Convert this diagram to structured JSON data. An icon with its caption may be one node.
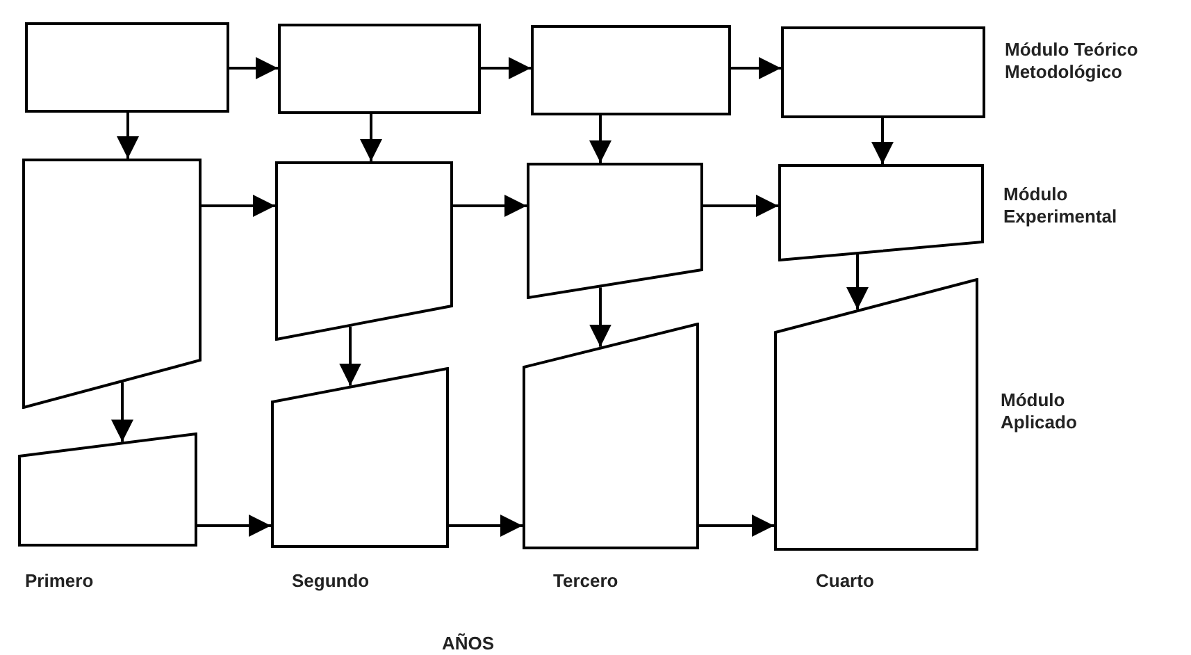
{
  "diagram": {
    "nodes": [
      {
        "text": [],
        "shape": "box"
      },
      {
        "text": [],
        "shape": "box"
      },
      {
        "text": [],
        "shape": "box"
      },
      {
        "text": [],
        "shape": "box"
      },
      {
        "text": [],
        "shape": "trapezoid"
      },
      {
        "text": [],
        "shape": "trapezoid"
      },
      {
        "text": [],
        "shape": "trapezoid"
      },
      {
        "text": [],
        "shape": "trapezoid"
      },
      {
        "text": [],
        "shape": "trapezoid"
      },
      {
        "text": [],
        "shape": "trapezoid"
      },
      {
        "text": [],
        "shape": "trapezoid"
      },
      {
        "text": [],
        "shape": "trapezoid"
      }
    ],
    "edges": [
      {
        "from": 0,
        "to": 1,
        "arrow": "to"
      },
      {
        "from": 1,
        "to": 2,
        "arrow": "to"
      },
      {
        "from": 2,
        "to": 3,
        "arrow": "to"
      },
      {
        "from": 0,
        "to": 4,
        "arrow": "to"
      },
      {
        "from": 1,
        "to": 5,
        "arrow": "to"
      },
      {
        "from": 2,
        "to": 6,
        "arrow": "to"
      },
      {
        "from": 3,
        "to": 7,
        "arrow": "to"
      },
      {
        "from": 4,
        "to": 5,
        "arrow": "to"
      },
      {
        "from": 5,
        "to": 6,
        "arrow": "to"
      },
      {
        "from": 6,
        "to": 7,
        "arrow": "to"
      },
      {
        "from": 4,
        "to": 8,
        "arrow": "to"
      },
      {
        "from": 5,
        "to": 9,
        "arrow": "to"
      },
      {
        "from": 6,
        "to": 10,
        "arrow": "to"
      },
      {
        "from": 7,
        "to": 11,
        "arrow": "to"
      },
      {
        "from": 8,
        "to": 9,
        "arrow": "to"
      },
      {
        "from": 9,
        "to": 10,
        "arrow": "to"
      },
      {
        "from": 10,
        "to": 11,
        "arrow": "to"
      }
    ],
    "labels": [
      "Módulo Teórico Metodológico",
      "Módulo Experimental",
      "Módulo Aplicado",
      "Primero",
      "Segundo",
      "Tercero",
      "Cuarto",
      "AÑOS"
    ]
  }
}
